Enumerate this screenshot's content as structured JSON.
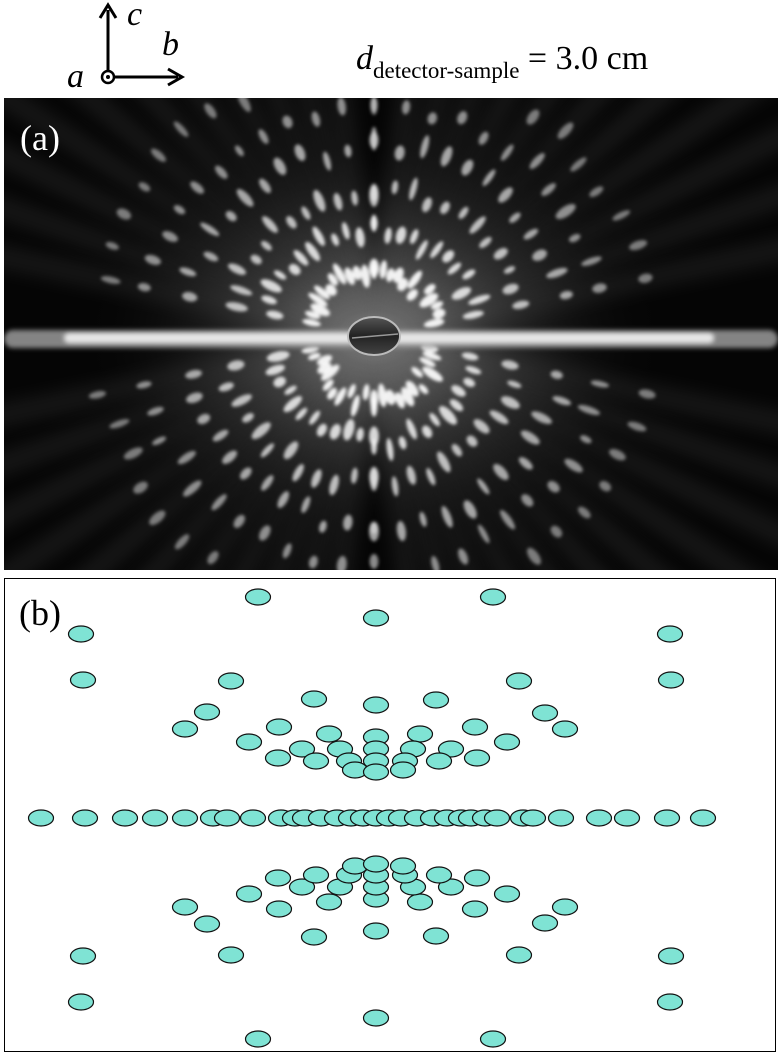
{
  "axes": {
    "vertical": "c",
    "horizontal": "b",
    "out_of_plane": "a"
  },
  "distance": {
    "symbol": "d",
    "subscript": "detector-sample",
    "value": "= 3.0 cm"
  },
  "panel_a": {
    "label": "(a)"
  },
  "panel_b": {
    "label": "(b)"
  },
  "colors": {
    "spot_fill": "#7fe3d4",
    "spot_stroke": "#111111",
    "pattern_bg": "#000000"
  }
}
